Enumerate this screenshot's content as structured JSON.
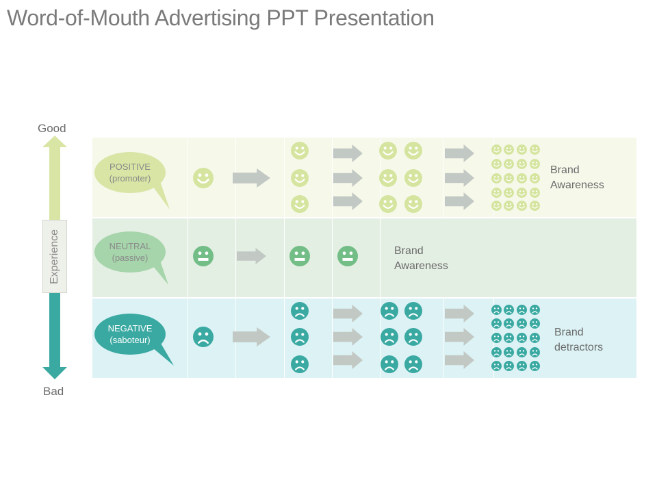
{
  "title": "Word-of-Mouth Advertising PPT Presentation",
  "axis": {
    "top_label": "Good",
    "bottom_label": "Bad",
    "middle_label": "Experience",
    "top_color": "#d8e5a5",
    "bottom_color": "#3aa9a2"
  },
  "rows": [
    {
      "key": "positive",
      "label_line1": "POSITIVE",
      "label_line2": "(promoter)",
      "bubble_color": "#d8e5a5",
      "text_color": "#8a8a8a",
      "icon_color": "#d5e5a0",
      "mood": "smile",
      "outcome_line1": "Brand",
      "outcome_line2": "Awareness"
    },
    {
      "key": "neutral",
      "label_line1": "NEUTRAL",
      "label_line2": "(passive)",
      "bubble_color": "#a6d5ab",
      "text_color": "#8a8a8a",
      "icon_color": "#73bd87",
      "mood": "neutral",
      "outcome_line1": "Brand",
      "outcome_line2": "Awareness"
    },
    {
      "key": "negative",
      "label_line1": "NEGATIVE",
      "label_line2": "(saboteur)",
      "bubble_color": "#3aa9a2",
      "text_color": "#ffffff",
      "icon_color": "#3aa9a2",
      "mood": "sad",
      "outcome_line1": "Brand",
      "outcome_line2": "detractors"
    }
  ],
  "arrow_color": "#c2c8c3"
}
